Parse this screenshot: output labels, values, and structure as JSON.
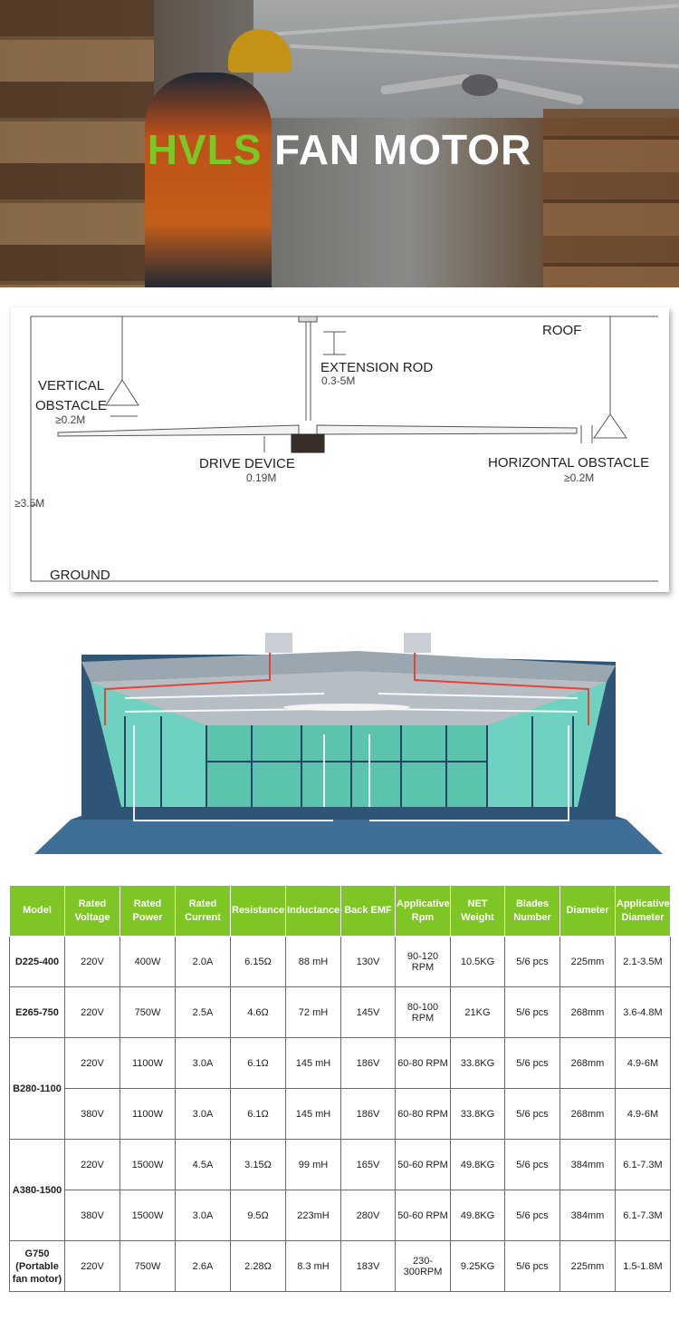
{
  "hero": {
    "title_accent": "HVLS",
    "title_main": "FAN MOTOR"
  },
  "diagram": {
    "roof": "ROOF",
    "ground": "GROUND",
    "vertical_obstacle_line1": "VERTICAL",
    "vertical_obstacle_line2": "OBSTACLE",
    "vertical_obstacle_value": "≥0.2M",
    "extension_rod": "EXTENSION ROD",
    "extension_rod_value": "0.3-5M",
    "drive_device": "DRIVE DEVICE",
    "drive_device_value": "0.19M",
    "horizontal_obstacle": "HORIZONTAL OBSTACLE",
    "horizontal_obstacle_value": "≥0.2M",
    "height_value": "≥3.5M"
  },
  "table": {
    "headers": [
      "Model",
      "Rated Voltage",
      "Rated Power",
      "Rated Current",
      "Resistance",
      "Inductance",
      "Back EMF",
      "Applicative Rpm",
      "NET Weight",
      "Blades Number",
      "Diameter",
      "Applicative Diameter"
    ],
    "rows": [
      {
        "model": "D225-400",
        "cells": [
          "220V",
          "400W",
          "2.0A",
          "6.15Ω",
          "88 mH",
          "130V",
          "90-120 RPM",
          "10.5KG",
          "5/6 pcs",
          "225mm",
          "2.1-3.5M"
        ]
      },
      {
        "model": "E265-750",
        "cells": [
          "220V",
          "750W",
          "2.5A",
          "4.6Ω",
          "72 mH",
          "145V",
          "80-100 RPM",
          "21KG",
          "5/6 pcs",
          "268mm",
          "3.6-4.8M"
        ]
      },
      {
        "model": "B280-1100",
        "cells": [
          "220V",
          "1100W",
          "3.0A",
          "6.1Ω",
          "145 mH",
          "186V",
          "60-80 RPM",
          "33.8KG",
          "5/6 pcs",
          "268mm",
          "4.9-6M"
        ]
      },
      {
        "model": "",
        "cells": [
          "380V",
          "1100W",
          "3.0A",
          "6.1Ω",
          "145 mH",
          "186V",
          "60-80 RPM",
          "33.8KG",
          "5/6 pcs",
          "268mm",
          "4.9-6M"
        ]
      },
      {
        "model": "A380-1500",
        "cells": [
          "220V",
          "1500W",
          "4.5A",
          "3.15Ω",
          "99 mH",
          "165V",
          "50-60 RPM",
          "49.8KG",
          "5/6 pcs",
          "384mm",
          "6.1-7.3M"
        ]
      },
      {
        "model": "",
        "cells": [
          "380V",
          "1500W",
          "3.0A",
          "9.5Ω",
          "223mH",
          "280V",
          "50-60 RPM",
          "49.8KG",
          "5/6 pcs",
          "384mm",
          "6.1-7.3M"
        ]
      },
      {
        "model": "G750 (Portable fan motor)",
        "cells": [
          "220V",
          "750W",
          "2.6A",
          "2.28Ω",
          "8.3 mH",
          "183V",
          "230-300RPM",
          "9.25KG",
          "5/6 pcs",
          "225mm",
          "1.5-1.8M"
        ]
      }
    ]
  },
  "colors": {
    "accent_green": "#7dc623",
    "title_green": "#7ac726"
  }
}
